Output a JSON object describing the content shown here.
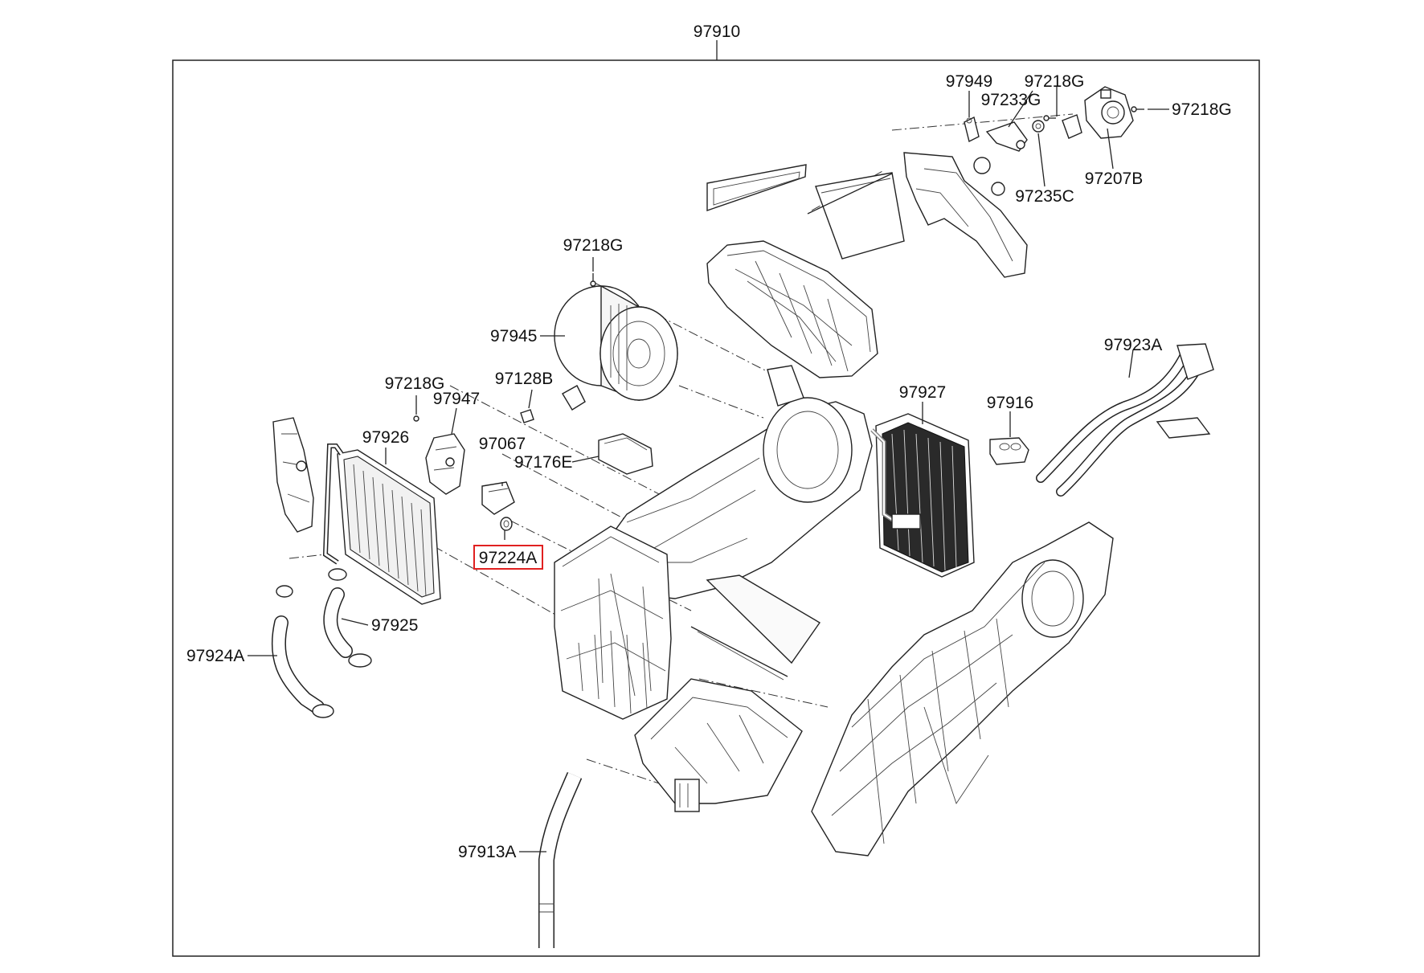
{
  "diagram": {
    "assembly_label": "97910",
    "highlight_color": "#e02020",
    "labels": {
      "l97949": "97949",
      "l97218G_top": "97218G",
      "l97233G": "97233G",
      "l97218G_right": "97218G",
      "l97207B": "97207B",
      "l97235C": "97235C",
      "l97218G_mid": "97218G",
      "l97945": "97945",
      "l97923A": "97923A",
      "l97218G_left": "97218G",
      "l97128B": "97128B",
      "l97927": "97927",
      "l97947": "97947",
      "l97916": "97916",
      "l97926": "97926",
      "l97067": "97067",
      "l97176E": "97176E",
      "l97224A": "97224A",
      "l97925": "97925",
      "l97924A": "97924A",
      "l97913A": "97913A"
    }
  }
}
